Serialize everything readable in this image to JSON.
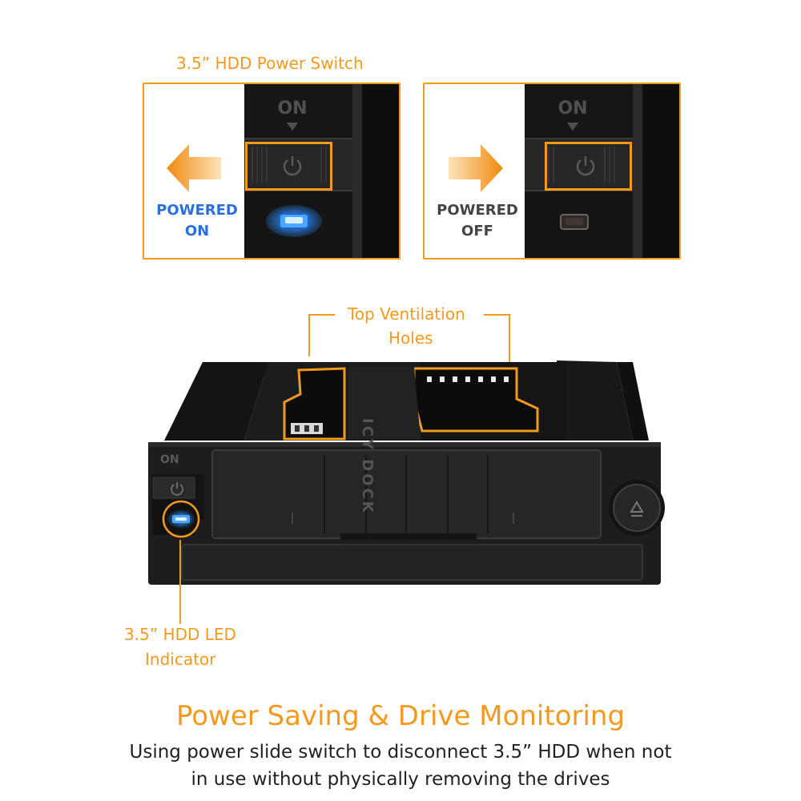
{
  "colors": {
    "accent": "#f39a1e",
    "led_on": "#2d8cff",
    "text_on": "#2a6fe0",
    "text_off": "#444444",
    "device": "#1f1f1f"
  },
  "switch_section": {
    "title": "3.5” HDD Power Switch",
    "panels": [
      {
        "state_line1": "POWERED",
        "state_line2": "ON",
        "arrow": "arrow-left-icon",
        "switch_label": "ON",
        "led": "on"
      },
      {
        "state_line1": "POWERED",
        "state_line2": "OFF",
        "arrow": "arrow-right-icon",
        "switch_label": "ON",
        "led": "off"
      }
    ]
  },
  "enclosure": {
    "brand": "ICY DOCK",
    "switch_label": "ON",
    "callout_vents_line1": "Top Ventilation",
    "callout_vents_line2": "Holes",
    "callout_led_line1": "3.5” HDD LED",
    "callout_led_line2": "Indicator"
  },
  "footer": {
    "heading": "Power Saving & Drive Monitoring",
    "line1": "Using power slide switch to disconnect 3.5” HDD when not",
    "line2": "in use without physically removing the drives"
  }
}
